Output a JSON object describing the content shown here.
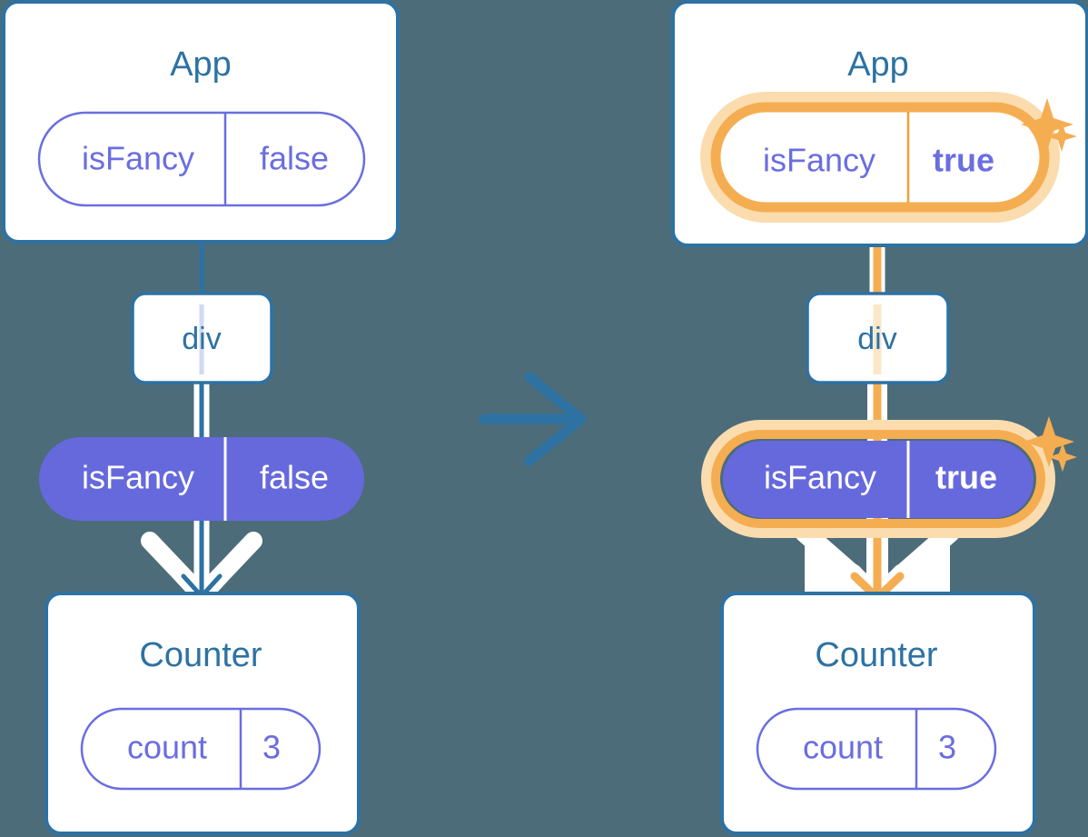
{
  "meta": {
    "title": "React component tree state propagation: isFancy false to true",
    "background_color": "#4c6c7a"
  },
  "colors": {
    "background": "#4c6c7a",
    "blue": "#2d72a3",
    "purple": "#6a6ee0",
    "purple_fill": "#6669dc",
    "orange": "#f5ad52",
    "orange_glow": "#fbdcae",
    "white": "#ffffff"
  },
  "panels": [
    {
      "id": "before",
      "app": {
        "title": "App",
        "state": {
          "name": "isFancy",
          "value": "false",
          "highlighted": false,
          "value_bold": false
        }
      },
      "div": {
        "label": "div"
      },
      "prop": {
        "name": "isFancy",
        "value": "false",
        "highlighted": false,
        "value_bold": false
      },
      "counter": {
        "title": "Counter",
        "state": {
          "name": "count",
          "value": "3",
          "highlighted": false
        }
      },
      "sparkles": false,
      "edge_color": "#2d72a3"
    },
    {
      "id": "after",
      "app": {
        "title": "App",
        "state": {
          "name": "isFancy",
          "value": "true",
          "highlighted": true,
          "value_bold": true
        }
      },
      "div": {
        "label": "div"
      },
      "prop": {
        "name": "isFancy",
        "value": "true",
        "highlighted": true,
        "value_bold": true
      },
      "counter": {
        "title": "Counter",
        "state": {
          "name": "count",
          "value": "3",
          "highlighted": false
        }
      },
      "sparkles": true,
      "edge_color": "#f5ad52"
    }
  ],
  "transition_arrow": {
    "icon": "arrow-right-icon",
    "color": "#2d72a3"
  },
  "sparkle_icon": "sparkle-icon"
}
